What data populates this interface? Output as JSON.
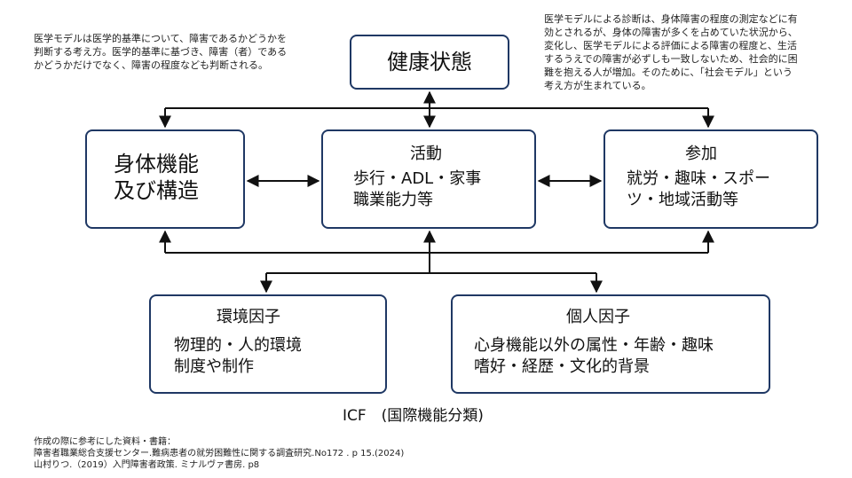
{
  "notes": {
    "medical_model": "医学モデルは医学的基準について、障害であるかどうかを\n判断する考え方。医学的基準に基づき、障害（者）である\nかどうかだけでなく、障害の程度なども判断される。",
    "social_model": "医学モデルによる診断は、身体障害の程度の測定などに有\n効とされるが、身体の障害が多くを占めていた状況から、\n変化し、医学モデルによる評価による障害の程度と、生活\nするうえでの障害が必ずしも一致しないため、社会的に困\n難を抱える人が増加。そのために、「社会モデル」という\n考え方が生まれている。"
  },
  "boxes": {
    "health": {
      "title": "健康状態"
    },
    "body": {
      "title": "身体機能\n及び構造"
    },
    "activity": {
      "title": "活動",
      "body": "歩行・ADL・家事\n職業能力等"
    },
    "participation": {
      "title": "参加",
      "body": "就労・趣味・スポー\nツ・地域活動等"
    },
    "environment": {
      "title": "環境因子",
      "body": "物理的・人的環境\n制度や制作"
    },
    "personal": {
      "title": "個人因子",
      "body": "心身機能以外の属性・年齢・趣味\n嗜好・経歴・文化的背景"
    }
  },
  "caption": "ICF　(国際機能分類)",
  "references": {
    "heading": "作成の際に参考にした資料・書籍：",
    "items": [
      "障害者職業総合支援センター.難病患者の就労困難性に関する調査研究.No172 . p 15.(2024)",
      "山村りつ.（2019）入門障害者政策. ミナルヴァ書房.  p8"
    ]
  },
  "colors": {
    "box_border": "#1f3864",
    "connector": "#111111"
  }
}
